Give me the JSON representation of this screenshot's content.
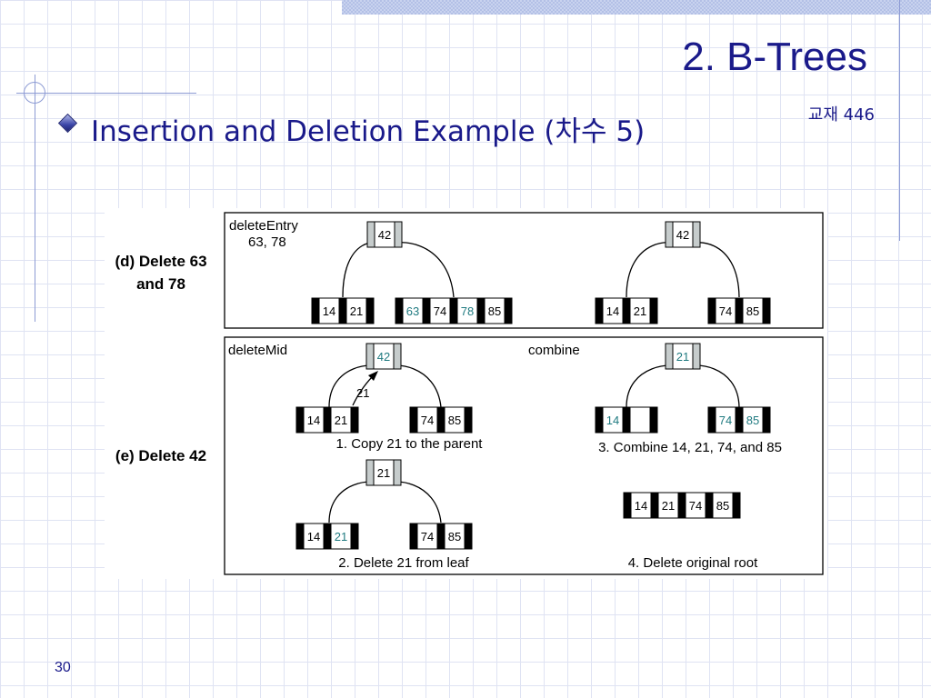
{
  "slide": {
    "title": "2. B-Trees",
    "textbook_ref": "교재 446",
    "bullet": "Insertion and Deletion Example (차수 5)",
    "page_number": "30"
  },
  "colors": {
    "title": "#1a1a8a",
    "highlight_key": "#1f7a80",
    "normal_key": "#000000",
    "root_fill": "#c6cccc",
    "node_border": "#000000"
  },
  "figure": {
    "cases": [
      {
        "id": "d",
        "label_lines": [
          "(d) Delete 63",
          "and 78"
        ]
      },
      {
        "id": "e",
        "label_lines": [
          "(e) Delete 42"
        ]
      }
    ],
    "panel_labels": {
      "delete_entry": [
        "deleteEntry",
        "63, 78"
      ],
      "delete_mid": "deleteMid",
      "combine": "combine"
    },
    "arrow_label": "21",
    "steps": [
      "1. Copy 21 to the parent",
      "2. Delete 21 from leaf",
      "3. Combine 14, 21, 74, and 85",
      "4. Delete original root"
    ],
    "trees": {
      "d_before": {
        "root": [
          {
            "k": "42"
          }
        ],
        "left": [
          {
            "k": "14"
          },
          {
            "k": "21"
          }
        ],
        "right": [
          {
            "k": "63",
            "hl": true
          },
          {
            "k": "74"
          },
          {
            "k": "78",
            "hl": true
          },
          {
            "k": "85"
          }
        ]
      },
      "d_after": {
        "root": [
          {
            "k": "42"
          }
        ],
        "left": [
          {
            "k": "14"
          },
          {
            "k": "21"
          }
        ],
        "right": [
          {
            "k": "74"
          },
          {
            "k": "85"
          }
        ]
      },
      "e_step1": {
        "root": [
          {
            "k": "42",
            "hl": true
          }
        ],
        "left": [
          {
            "k": "14"
          },
          {
            "k": "21"
          }
        ],
        "right": [
          {
            "k": "74"
          },
          {
            "k": "85"
          }
        ]
      },
      "e_step2": {
        "root": [
          {
            "k": "21"
          }
        ],
        "left": [
          {
            "k": "14"
          },
          {
            "k": "21",
            "hl": true
          }
        ],
        "right": [
          {
            "k": "74"
          },
          {
            "k": "85"
          }
        ]
      },
      "e_step3": {
        "root": [
          {
            "k": "21",
            "hl": true
          }
        ],
        "left": [
          {
            "k": "14",
            "hl": true
          },
          {
            "k": ""
          }
        ],
        "right": [
          {
            "k": "74",
            "hl": true
          },
          {
            "k": "85",
            "hl": true
          }
        ]
      },
      "e_step4": {
        "node": [
          {
            "k": "14"
          },
          {
            "k": "21"
          },
          {
            "k": "74"
          },
          {
            "k": "85"
          }
        ]
      }
    }
  }
}
